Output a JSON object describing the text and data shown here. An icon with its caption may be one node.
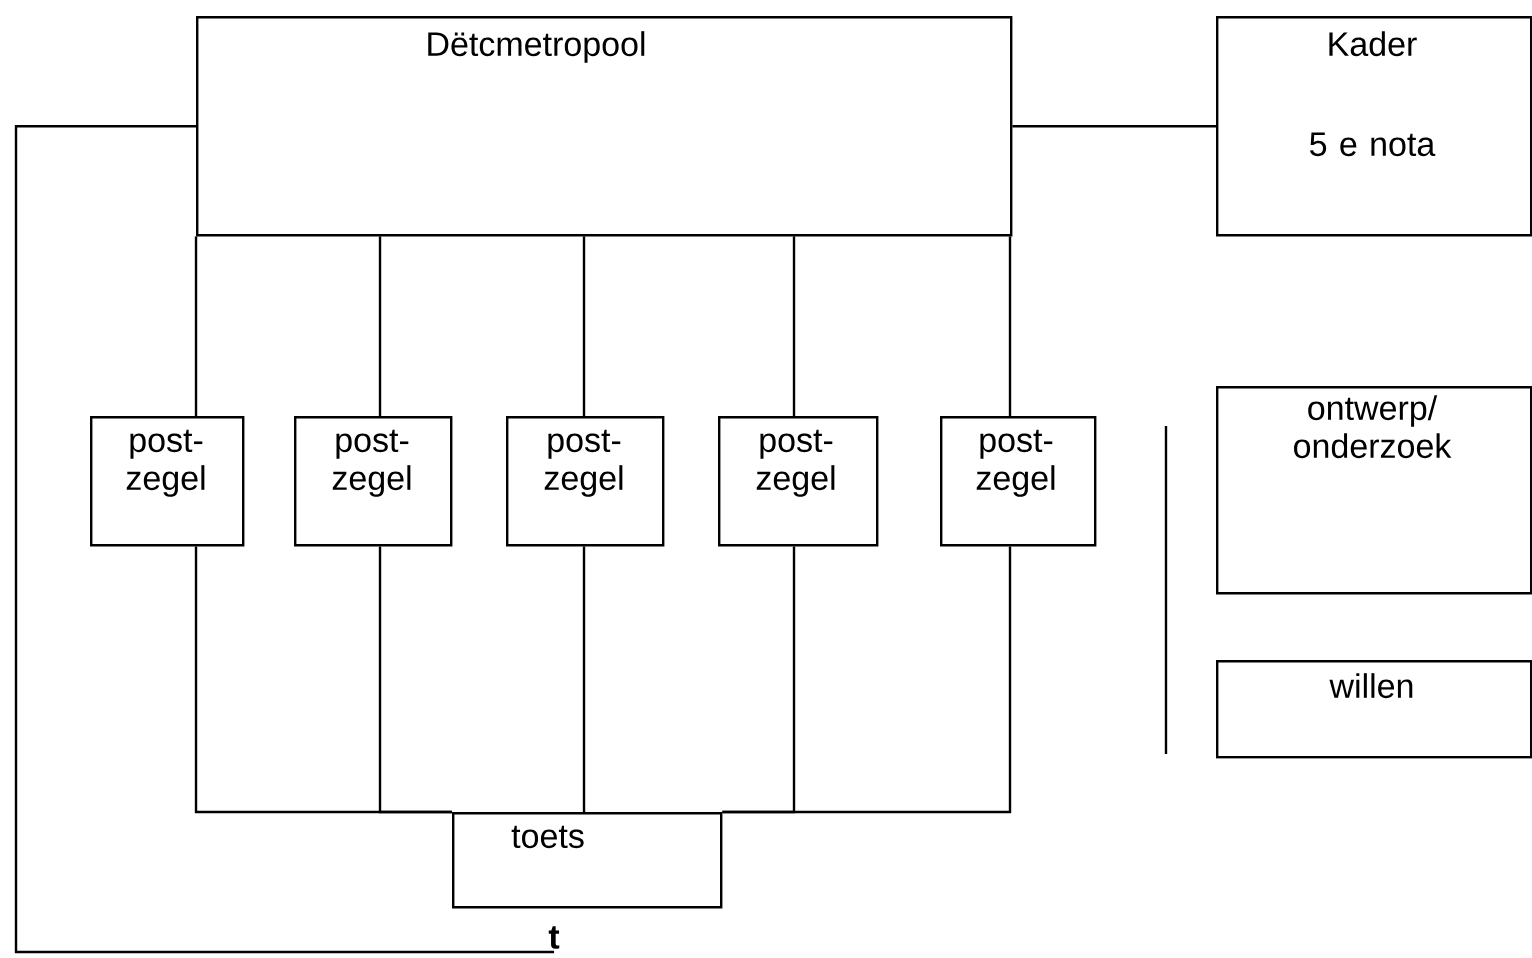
{
  "diagram": {
    "nodes": [
      {
        "text": [
          "Dëtcmetropool"
        ]
      },
      {
        "text": [
          "Kader",
          "5 e nota"
        ]
      },
      {
        "text": [
          "post- zegel"
        ]
      },
      {
        "text": [
          "post- zegel"
        ]
      },
      {
        "text": [
          "post- zegel"
        ]
      },
      {
        "text": [
          "post- zegel"
        ]
      },
      {
        "text": [
          "post- zegel"
        ]
      },
      {
        "text": [
          "ontwerp/ onderzoek"
        ]
      },
      {
        "text": [
          "willen"
        ]
      },
      {
        "text": [
          "toets"
        ]
      },
      {
        "text": [
          "t"
        ]
      }
    ],
    "edges": [
      {
        "from": 0,
        "to": 1,
        "arrow": "none"
      },
      {
        "from": 0,
        "to": 2,
        "arrow": "none"
      },
      {
        "from": 0,
        "to": 3,
        "arrow": "none"
      },
      {
        "from": 0,
        "to": 4,
        "arrow": "none"
      },
      {
        "from": 0,
        "to": 5,
        "arrow": "none"
      },
      {
        "from": 0,
        "to": 6,
        "arrow": "none"
      },
      {
        "from": 2,
        "to": 9,
        "arrow": "none"
      },
      {
        "from": 3,
        "to": 9,
        "arrow": "none"
      },
      {
        "from": 4,
        "to": 9,
        "arrow": "none"
      },
      {
        "from": 5,
        "to": 9,
        "arrow": "none"
      },
      {
        "from": 6,
        "to": 9,
        "arrow": "none"
      },
      {
        "from": 0,
        "to": 10,
        "arrow": "none"
      }
    ]
  }
}
